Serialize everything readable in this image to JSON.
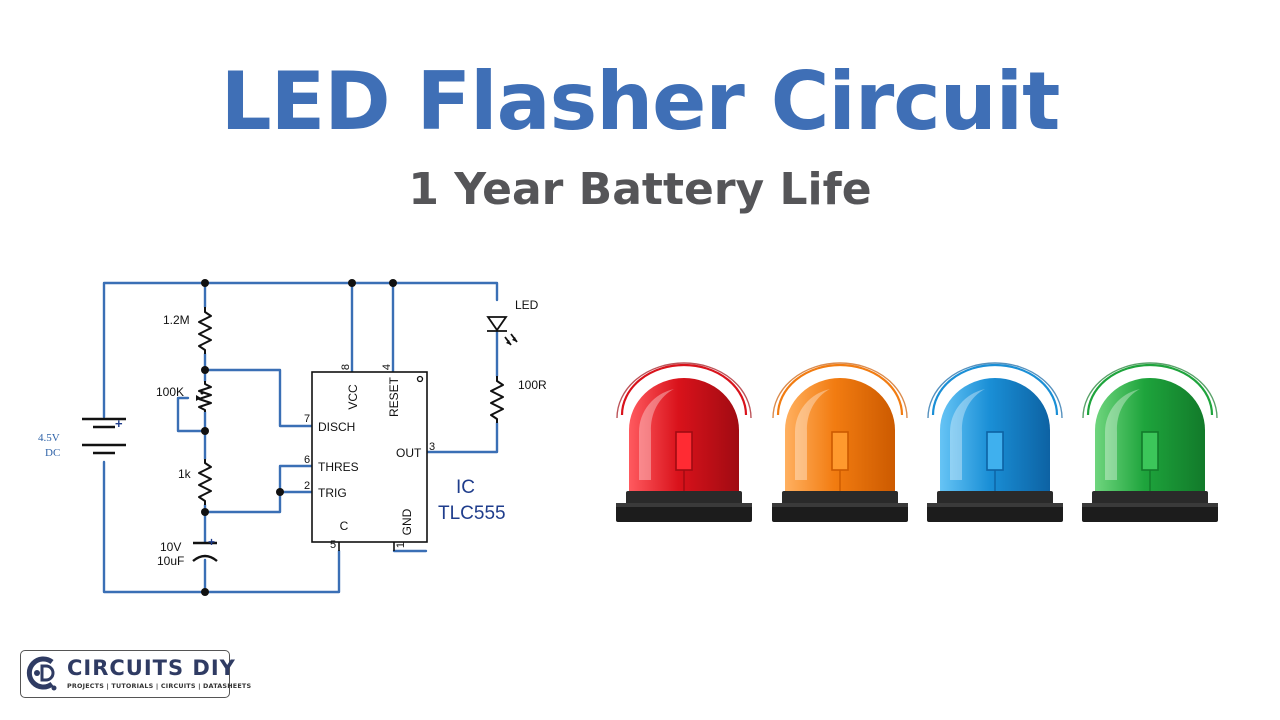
{
  "title": "LED Flasher Circuit",
  "subtitle": "1 Year Battery Life",
  "schematic": {
    "battery_voltage": "4.5V",
    "battery_type": "DC",
    "battery_polarity": "+",
    "r1": "1.2M",
    "pot": "100K",
    "r2": "1k",
    "cap_voltage": "10V",
    "cap_value": "10uF",
    "cap_polarity": "+",
    "led": "LED",
    "r3": "100R",
    "ic_label": "IC",
    "ic_part": "TLC555",
    "pins": {
      "vcc_num": "8",
      "vcc": "VCC",
      "reset_num": "4",
      "reset": "RESET",
      "disch_num": "7",
      "disch": "DISCH",
      "thres_num": "6",
      "thres": "THRES",
      "trig_num": "2",
      "trig": "TRIG",
      "out_num": "3",
      "out": "OUT",
      "c_num": "5",
      "c": "C",
      "gnd_num": "1",
      "gnd": "GND"
    }
  },
  "beacons": [
    {
      "name": "red",
      "body": "#d9121b",
      "light": "#ff5a5f",
      "dark": "#a00b12",
      "inner": "#ff2b33"
    },
    {
      "name": "orange",
      "body": "#f27c11",
      "light": "#ffb060",
      "dark": "#cc5a00",
      "inner": "#ff9a2e"
    },
    {
      "name": "blue",
      "body": "#1a8fd6",
      "light": "#66c4f5",
      "dark": "#0d62a3",
      "inner": "#3fb0ee"
    },
    {
      "name": "green",
      "body": "#1ea43c",
      "light": "#6fd57e",
      "dark": "#127a2a",
      "inner": "#3cc65a"
    }
  ],
  "logo": {
    "name": "CIRCUITS DIY",
    "tagline": "PROJECTS | TUTORIALS | CIRCUITS | DATASHEETS"
  },
  "colors": {
    "title": "#3f6fb6",
    "subtitle": "#555558",
    "wire": "#3a6fb5"
  }
}
